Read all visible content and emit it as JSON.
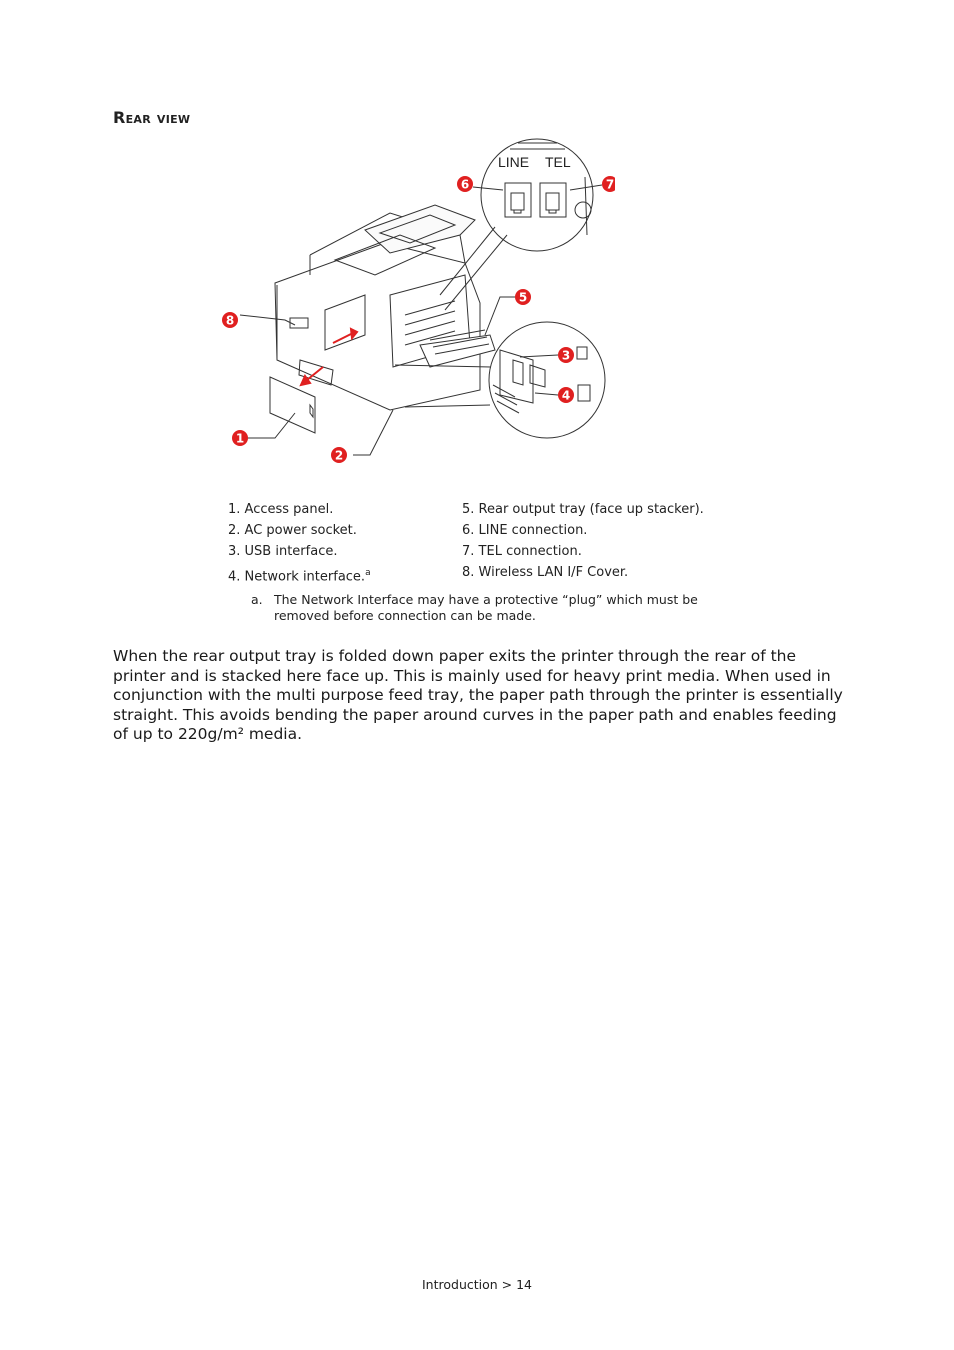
{
  "section_title": "Rear view",
  "figure": {
    "callout_labels": [
      "1",
      "2",
      "3",
      "4",
      "5",
      "6",
      "7",
      "8"
    ],
    "connector_labels": {
      "line": "LINE",
      "tel": "TEL"
    }
  },
  "legend": {
    "left": [
      "1. Access panel.",
      "2. AC power socket.",
      "3. USB interface.",
      "4. Network interface."
    ],
    "left_item4_sup": "a",
    "right": [
      "5. Rear output tray (face up stacker).",
      "6. LINE connection.",
      "7. TEL connection.",
      "8. Wireless LAN I/F Cover."
    ]
  },
  "footnote": {
    "letter": "a.",
    "text": "The Network Interface may have a protective “plug” which must be removed before connection can be made."
  },
  "body_text": "When the rear output tray is folded down paper exits the printer through the rear of the printer and is stacked here face up. This is mainly used for heavy print media. When used in conjunction with the multi purpose feed tray, the paper path through the printer is essentially straight. This avoids bending the paper around curves in the paper path and enables feeding of up to 220g/m² media.",
  "footer": "Introduction > 14",
  "colors": {
    "callout": "#e02020",
    "line": "#222222"
  }
}
